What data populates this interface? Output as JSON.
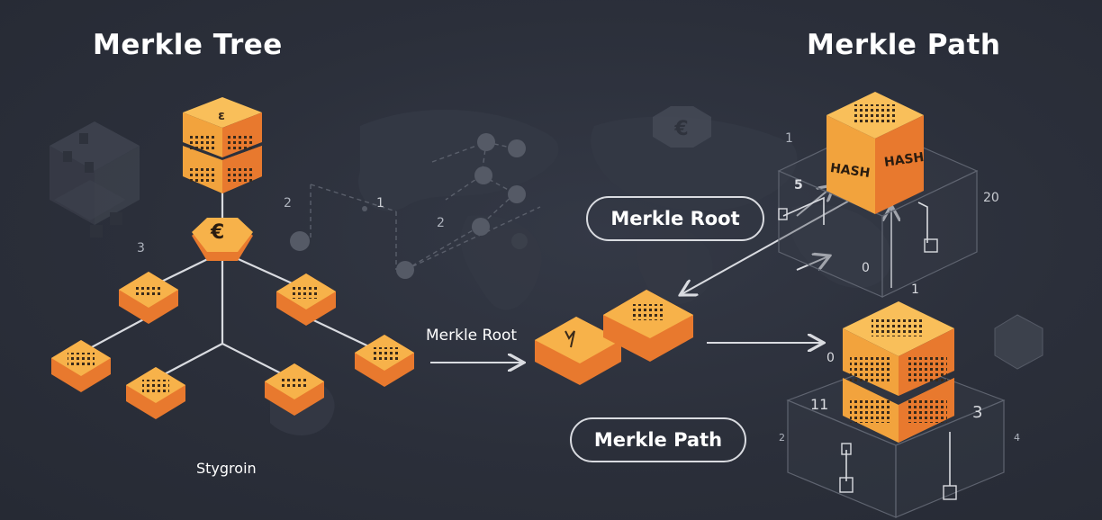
{
  "titles": {
    "left": "Merkle Tree",
    "right": "Merkle Path"
  },
  "labels": {
    "merkle_root_pill": "Merkle Root",
    "merkle_path_pill": "Merkle Path",
    "arrow_label": "Merkle Root",
    "brand": "Stygroin",
    "hash_a": "HASH",
    "hash_b": "HASH",
    "euro_symbol": "€"
  },
  "scatter_numbers": [
    "1",
    "2",
    "3",
    "2",
    "1",
    "5",
    "20",
    "0",
    "0",
    "1",
    "11",
    "3",
    "2",
    "4"
  ],
  "colors": {
    "background": "#2b2f3a",
    "block_top": "#f7b24a",
    "block_side": "#e8792e",
    "line": "#d9dbe0",
    "ghost": "#4a4f5b"
  }
}
